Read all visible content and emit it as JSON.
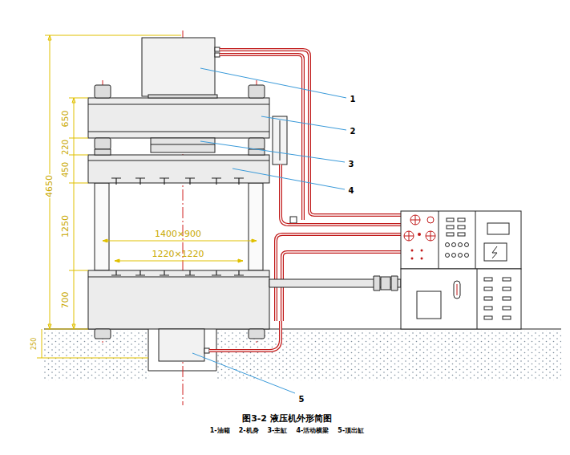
{
  "diagram": {
    "caption": "图3-2 液压机外形简图",
    "labels": [
      "1",
      "2",
      "3",
      "4",
      "5",
      "4650",
      "650",
      "220",
      "450",
      "1250",
      "700",
      "250",
      "1400×900",
      "1220×1220",
      "1-油箱",
      "2-机身",
      "3-主缸",
      "4-活动横梁",
      "5-顶出缸"
    ]
  }
}
